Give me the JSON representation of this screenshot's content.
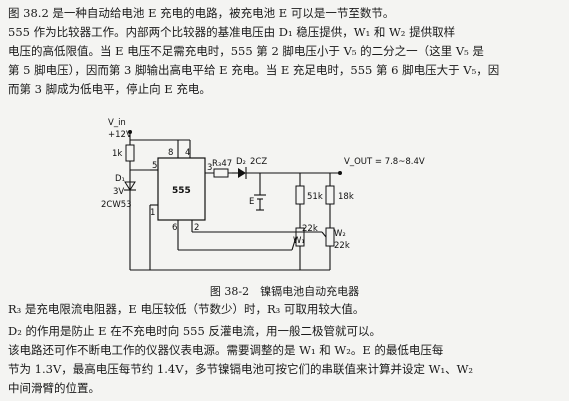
{
  "text": {
    "p1": "图 38.2 是一种自动给电池 E 充电的电路，被充电池 E 可以是一节至数节。",
    "p2": "555 作为比较器工作。内部两个比较器的基准电压由 D₁ 稳压提供，W₁ 和 W₂ 提供取样",
    "p3": "电压的高低限值。当 E 电压不足需充电时，555 第 2 脚电压小于 V₅ 的二分之一（这里 V₅ 是",
    "p4": "第 5 脚电压），因而第 3 脚输出高电平给 E 充电。当 E 充足电时，555 第 6 脚电压大于 V₅，因",
    "p5": "而第 3 脚成为低电平，停止向 E 充电。",
    "caption": "图 38-2　镍镉电池自动充电器",
    "p6": "R₃ 是充电限流电阻器，E 电压较低（节数少）时，R₃ 可取用较大值。",
    "p7": "D₂ 的作用是防止 E 在不充电时向 555 反灌电流，用一般二极管就可以。",
    "p8": "该电路还可作不断电工作的仪器仪表电源。需要调整的是 W₁ 和 W₂。E 的最低电压每",
    "p9": "节为 1.3V，最高电压每节约 1.4V，多节镍镉电池可按它们的串联值来计算并设定 W₁、W₂",
    "p10": "中间滑臂的位置。"
  },
  "circuit": {
    "vin": "V_in",
    "vin_val": "+12V",
    "r1": "1k",
    "d1": "D₁",
    "d1_v": "3V",
    "d1_model": "2CW53",
    "chip": "555",
    "pin4": "4",
    "pin8": "8",
    "pin5": "5",
    "pin3": "3",
    "pin6": "6",
    "pin2": "2",
    "pin1": "1",
    "r3": "R₃47",
    "d2": "D₂",
    "d2_model": "2CZ",
    "battery": "E",
    "vout": "V_OUT = 7.8~8.4V",
    "r_51k": "51k",
    "r_18k": "18k",
    "w1": "W₁",
    "w1_val": "22k",
    "w2": "W₂",
    "w2_val": "22k"
  }
}
